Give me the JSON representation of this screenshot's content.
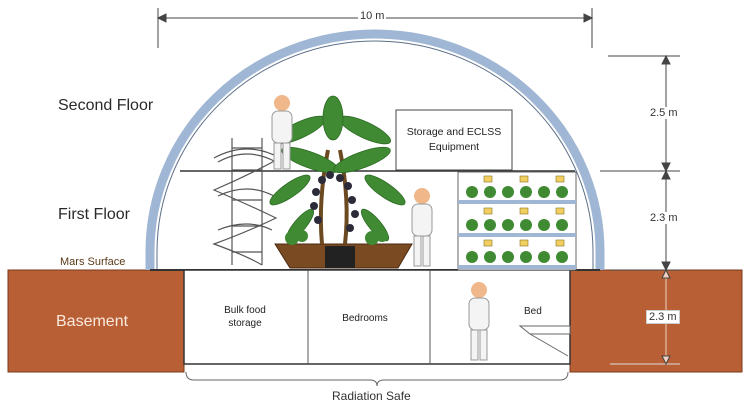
{
  "title": "",
  "labels": {
    "top_width": "10 m",
    "second_floor": "Second Floor",
    "first_floor": "First Floor",
    "mars_surface": "Mars Surface",
    "basement": "Basement",
    "storage": "Storage and ECLSS Equipment",
    "bulk_food": "Bulk food storage",
    "bedrooms": "Bedrooms",
    "bed": "Bed",
    "dim_second": "2.5 m",
    "dim_first": "2.3 m",
    "dim_basement": "2.3 m",
    "radiation_safe": "Radiation Safe"
  },
  "colors": {
    "dome_outline": "#9fb6d4",
    "regolith": "#b85f35",
    "plant_green": "#3f8a33",
    "planter_brown": "#7a4a22",
    "astronaut_head": "#f0b88a"
  }
}
